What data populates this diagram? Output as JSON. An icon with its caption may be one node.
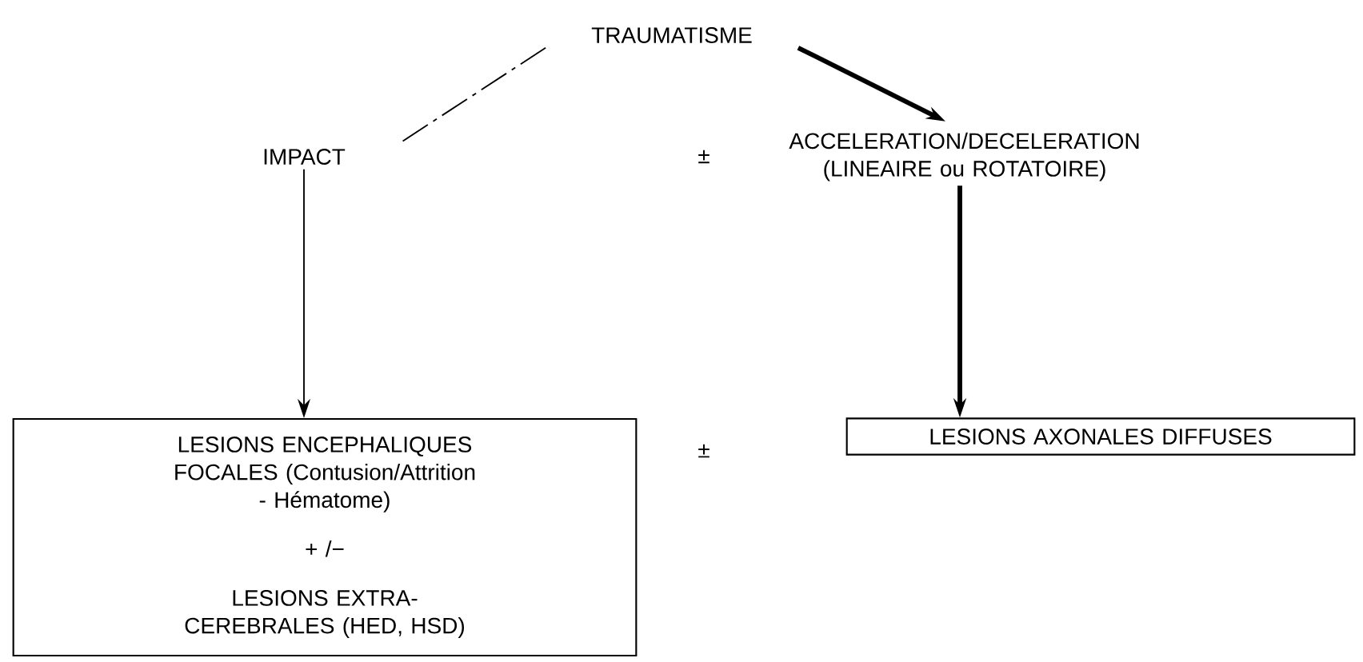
{
  "diagram": {
    "nodes": [
      {
        "text": [
          "TRAUMATISME"
        ]
      },
      {
        "text": [
          "IMPACT"
        ]
      },
      {
        "text": [
          "ACCELERATION/DECELERATION (LINEAIRE ou ROTATOIRE)"
        ]
      },
      {
        "text": [
          "LESIONS ENCEPHALIQUES FOCALES (Contusion/Attrition - Hématome)",
          "+ /−",
          "LESIONS EXTRA-CEREBRALES (HED, HSD)"
        ]
      },
      {
        "text": [
          "LESIONS AXONALES DIFFUSES"
        ]
      }
    ],
    "edges": [
      {
        "from": 0,
        "to": 1,
        "arrow": "none",
        "style": "dashed"
      },
      {
        "from": 0,
        "to": 2,
        "arrow": "to",
        "style": "thick"
      },
      {
        "from": 1,
        "to": 3,
        "arrow": "to"
      },
      {
        "from": 2,
        "to": 4,
        "arrow": "to",
        "style": "thick"
      }
    ],
    "labels": [
      "±",
      "±"
    ]
  }
}
